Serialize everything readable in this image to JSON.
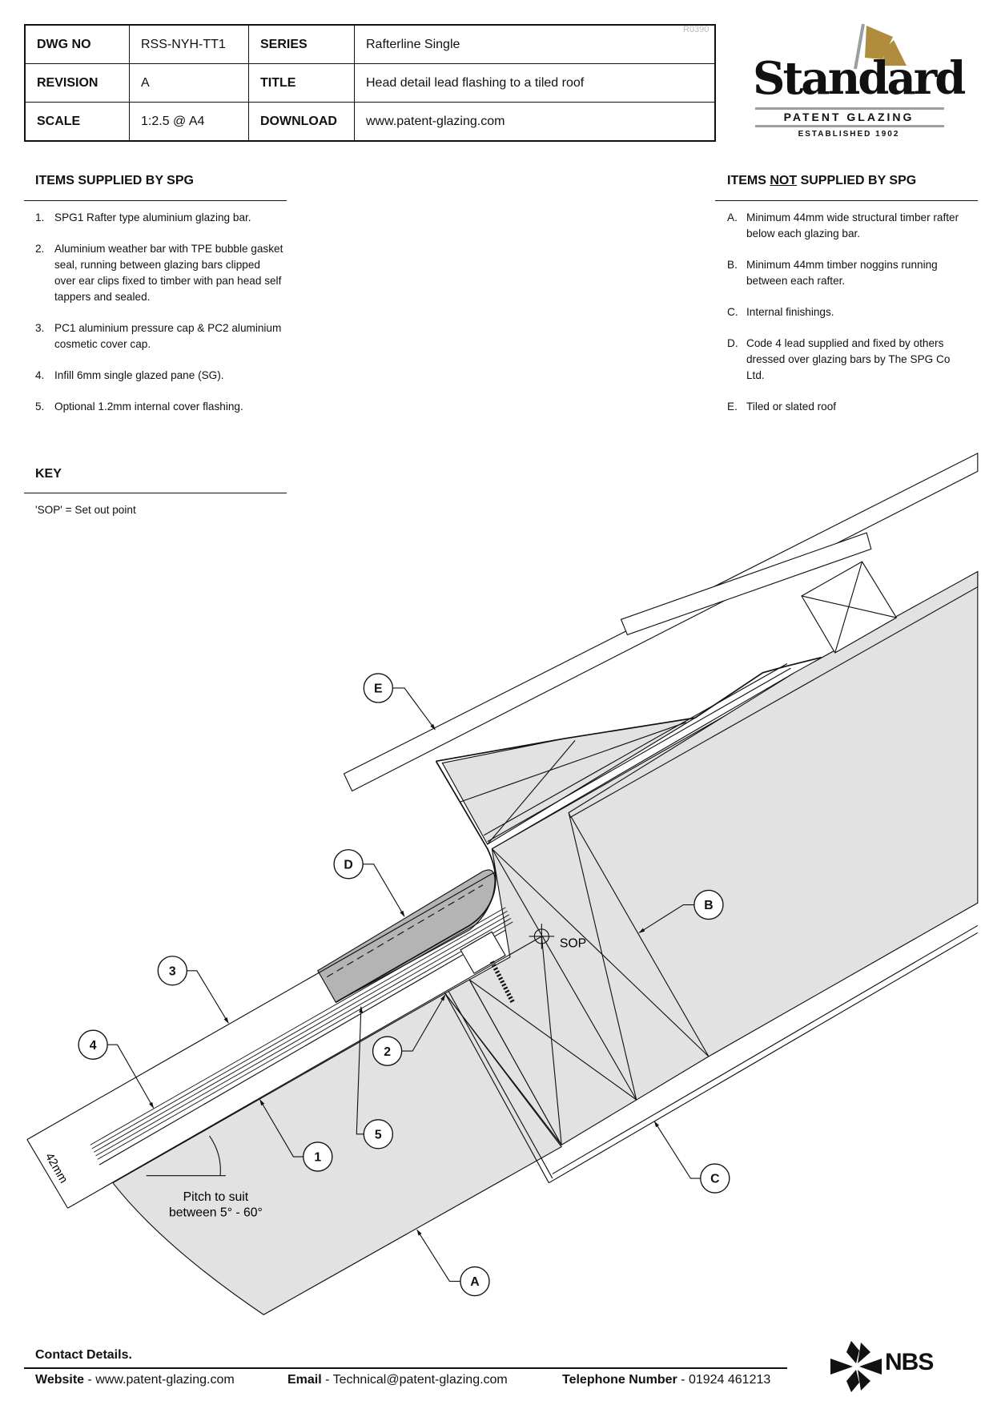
{
  "title_block": {
    "revision_code": "R0390",
    "rows": [
      {
        "k1": "DWG NO",
        "v1": "RSS-NYH-TT1",
        "k2": "SERIES",
        "v2": "Rafterline Single"
      },
      {
        "k1": "REVISION",
        "v1": "A",
        "k2": "TITLE",
        "v2": "Head detail lead flashing to a tiled roof"
      },
      {
        "k1": "SCALE",
        "v1": "1:2.5 @ A4",
        "k2": "DOWNLOAD",
        "v2": "www.patent-glazing.com"
      }
    ]
  },
  "logo": {
    "name": "Standard",
    "sub": "PATENT GLAZING",
    "est": "ESTABLISHED 1902",
    "gold": "#b08d3c"
  },
  "supplied": {
    "heading": "ITEMS SUPPLIED BY SPG",
    "items": [
      {
        "n": "1.",
        "text": "SPG1 Rafter type aluminium glazing bar."
      },
      {
        "n": "2.",
        "text": "Aluminium weather bar with TPE bubble gasket seal, running between glazing bars clipped over ear clips fixed to timber with pan head self tappers and sealed."
      },
      {
        "n": "3.",
        "text": "PC1 aluminium pressure cap & PC2 aluminium cosmetic cover cap."
      },
      {
        "n": "4.",
        "text": "Infill 6mm single glazed pane (SG)."
      },
      {
        "n": "5.",
        "text": "Optional 1.2mm internal cover flashing."
      }
    ]
  },
  "not_supplied": {
    "heading_pre": "ITEMS ",
    "heading_not": "NOT",
    "heading_post": " SUPPLIED BY SPG",
    "items": [
      {
        "n": "A.",
        "text": "Minimum 44mm wide structural timber rafter below each glazing bar."
      },
      {
        "n": "B.",
        "text": "Minimum 44mm timber noggins running between each rafter."
      },
      {
        "n": "C.",
        "text": "Internal finishings."
      },
      {
        "n": "D.",
        "text": "Code 4 lead supplied and fixed by others dressed over glazing bars by The SPG Co Ltd."
      },
      {
        "n": "E.",
        "text": "Tiled or slated roof"
      }
    ]
  },
  "key": {
    "heading": "KEY",
    "text": "'SOP' = Set out point"
  },
  "drawing": {
    "callouts": {
      "E": "E",
      "D": "D",
      "B": "B",
      "c3": "3",
      "c4": "4",
      "c2": "2",
      "c5": "5",
      "c1": "1",
      "C": "C",
      "A": "A"
    },
    "sop": "SOP",
    "dimension": "42mm",
    "pitch_line1": "Pitch to suit",
    "pitch_line2": "between 5° - 60°",
    "fill_light": "#e2e2e2",
    "fill_lead": "#b4b4b4"
  },
  "footer": {
    "contact": "Contact Details.",
    "website_label": "Website",
    "website": "www.patent-glazing.com",
    "email_label": "Email",
    "email": "Technical@patent-glazing.com",
    "phone_label": "Telephone Number",
    "phone": "01924 461213",
    "nbs": "NBS"
  }
}
